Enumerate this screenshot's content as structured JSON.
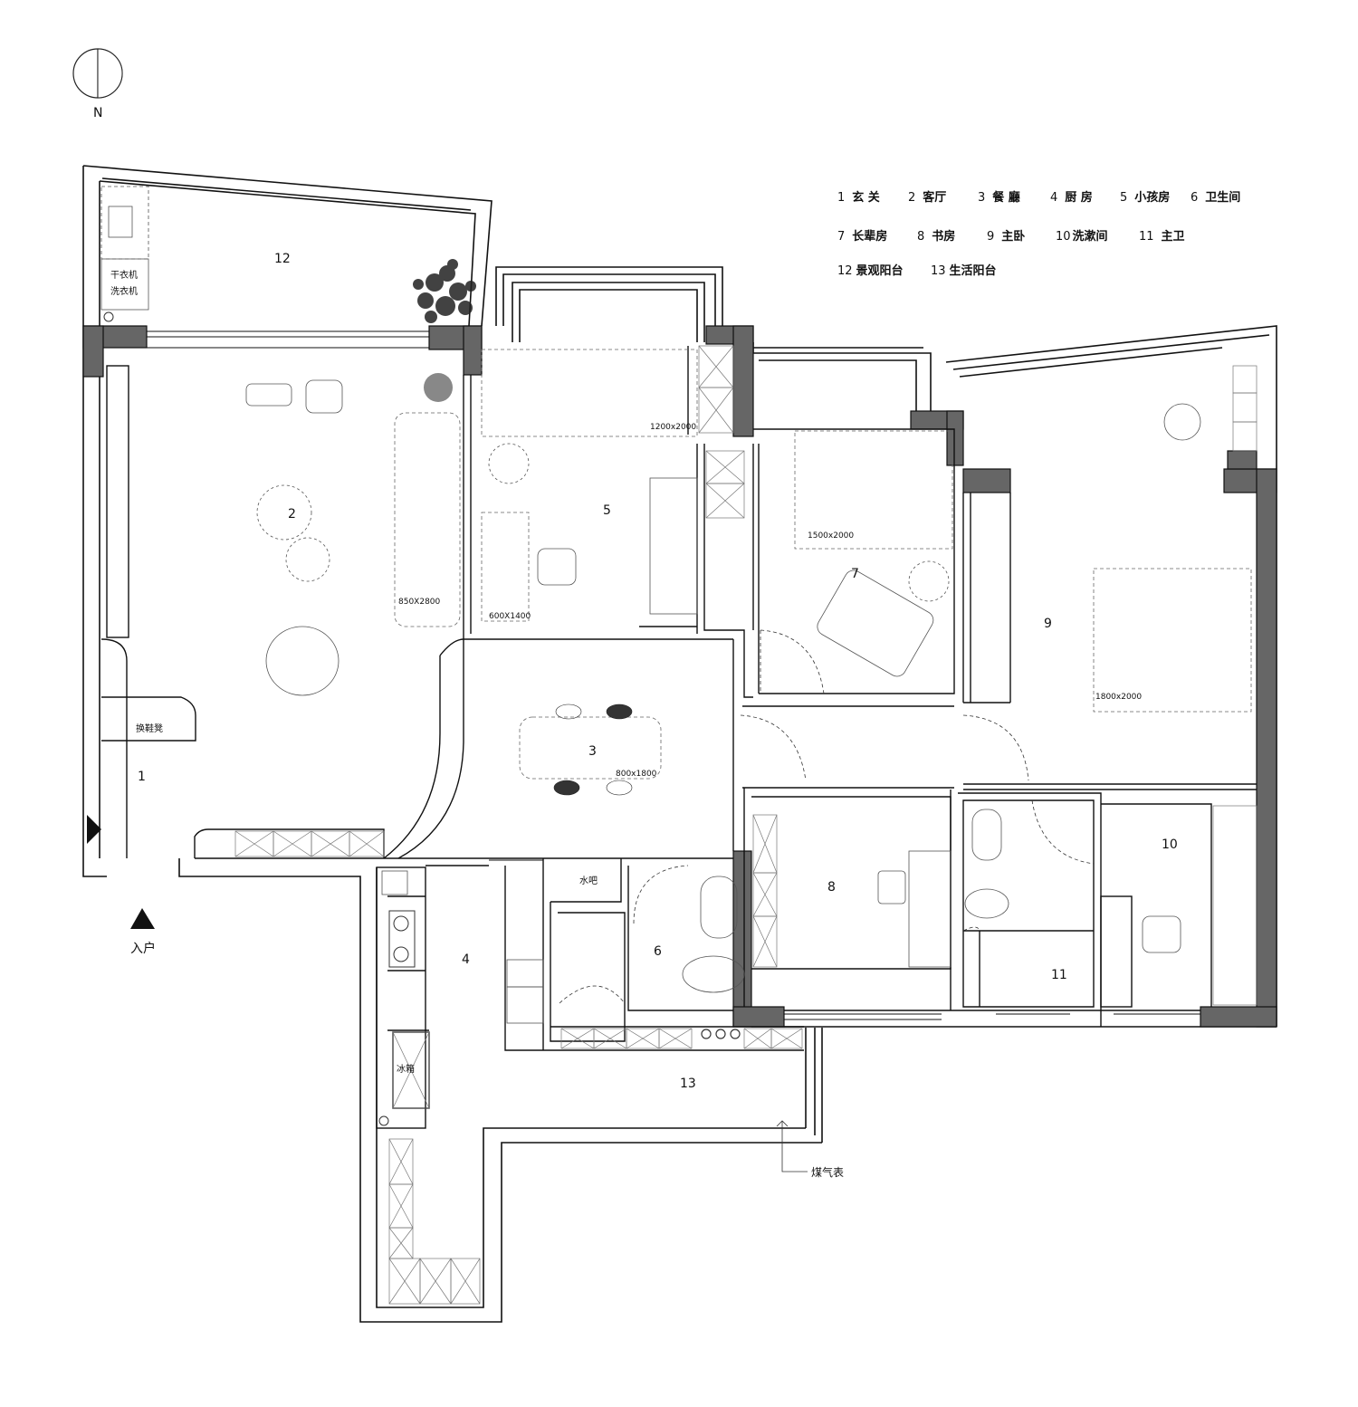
{
  "compass": {
    "label": "N"
  },
  "entry": {
    "label": "入户"
  },
  "legend": [
    {
      "num": "1",
      "name": "玄 关"
    },
    {
      "num": "2",
      "name": "客厅"
    },
    {
      "num": "3",
      "name": "餐 廳"
    },
    {
      "num": "4",
      "name": "厨 房"
    },
    {
      "num": "5",
      "name": "小孩房"
    },
    {
      "num": "6",
      "name": "卫生间"
    },
    {
      "num": "7",
      "name": "长辈房"
    },
    {
      "num": "8",
      "name": "书房"
    },
    {
      "num": "9",
      "name": "主卧"
    },
    {
      "num": "10",
      "name": "洗漱间"
    },
    {
      "num": "11",
      "name": "主卫"
    },
    {
      "num": "12",
      "name": "景观阳台"
    },
    {
      "num": "13",
      "name": "生活阳台"
    }
  ],
  "rooms": {
    "r1": "1",
    "r2": "2",
    "r3": "3",
    "r4": "4",
    "r5": "5",
    "r6": "6",
    "r7": "7",
    "r8": "8",
    "r9": "9",
    "r10": "10",
    "r11": "11",
    "r12": "12",
    "r13": "13"
  },
  "dimensions": {
    "sofa": "850X2800",
    "kid_bed": "1200x2000",
    "kid_desk": "600X1400",
    "elder_bed": "1500x2000",
    "master_bed": "1800x2000",
    "dining_table": "800x1800"
  },
  "labels": {
    "dryer": "干衣机",
    "washer": "洗衣机",
    "shoe_bench": "换鞋凳",
    "water_bar": "水吧",
    "fridge": "冰箱",
    "gas_meter": "煤气表"
  }
}
